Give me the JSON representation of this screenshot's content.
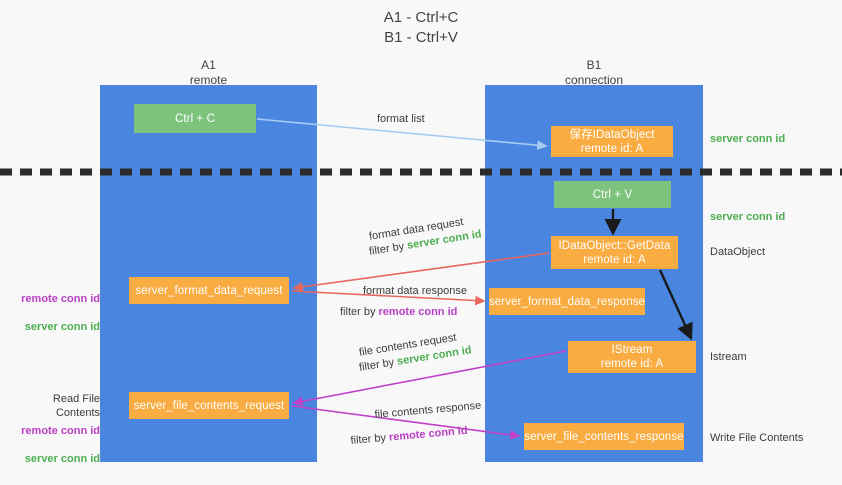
{
  "title": "A1 - Ctrl+C\nB1 - Ctrl+V",
  "columns": [
    {
      "name": "A1",
      "sub": "remote",
      "header": "A1\nremote"
    },
    {
      "name": "B1",
      "sub": "connection",
      "header": "B1\nconnection"
    }
  ],
  "boxes": {
    "ctrl_c": "Ctrl + C",
    "save_idataobject": "保存IDataObject\nremote id: A",
    "ctrl_v": "Ctrl + V",
    "getdata": "IDataObject::GetData\nremote id: A",
    "server_format_data_request": "server_format_data_request",
    "server_format_data_response": "server_format_data_response",
    "istream": "IStream\nremote id: A",
    "server_file_contents_request": "server_file_contents_request",
    "server_file_contents_response": "server_file_contents_response"
  },
  "right_labels": {
    "server_conn_id_top": "server conn id",
    "server_conn_id_mid": "server conn id",
    "dataobject": "DataObject",
    "istream": "Istream",
    "write_file_contents": "Write File Contents"
  },
  "left_labels": {
    "ids_block_1": "remote conn id\nserver conn id",
    "read_file_contents": "Read File Contents",
    "ids_block_2": "remote conn id\nserver conn id"
  },
  "arrow_captions": {
    "format_list": "format list",
    "format_data_request": "format data request",
    "format_data_request_filter_prefix": "filter by ",
    "format_data_request_filter_value": "server conn id",
    "format_data_response": "format data response",
    "format_data_response_filter_prefix": "filter by ",
    "format_data_response_filter_value": "remote conn id",
    "file_contents_request": "file contents request",
    "file_contents_request_filter_prefix": "filter by ",
    "file_contents_request_filter_value": "server conn id",
    "file_contents_response": "file contents response",
    "file_contents_response_filter_prefix": "filter by ",
    "file_contents_response_filter_value": "remote conn id"
  },
  "colors": {
    "column_blue": "#4a86e0",
    "box_green": "#7dc37d",
    "box_orange": "#f9ac42",
    "green_text": "#4cae50",
    "purple_text": "#b83fc4",
    "arrow_lightblue": "#a8cdf0",
    "arrow_red": "#e8675c",
    "arrow_magenta": "#c040c8",
    "arrow_black": "#1a1a1a",
    "background": "#f8f8f8"
  }
}
